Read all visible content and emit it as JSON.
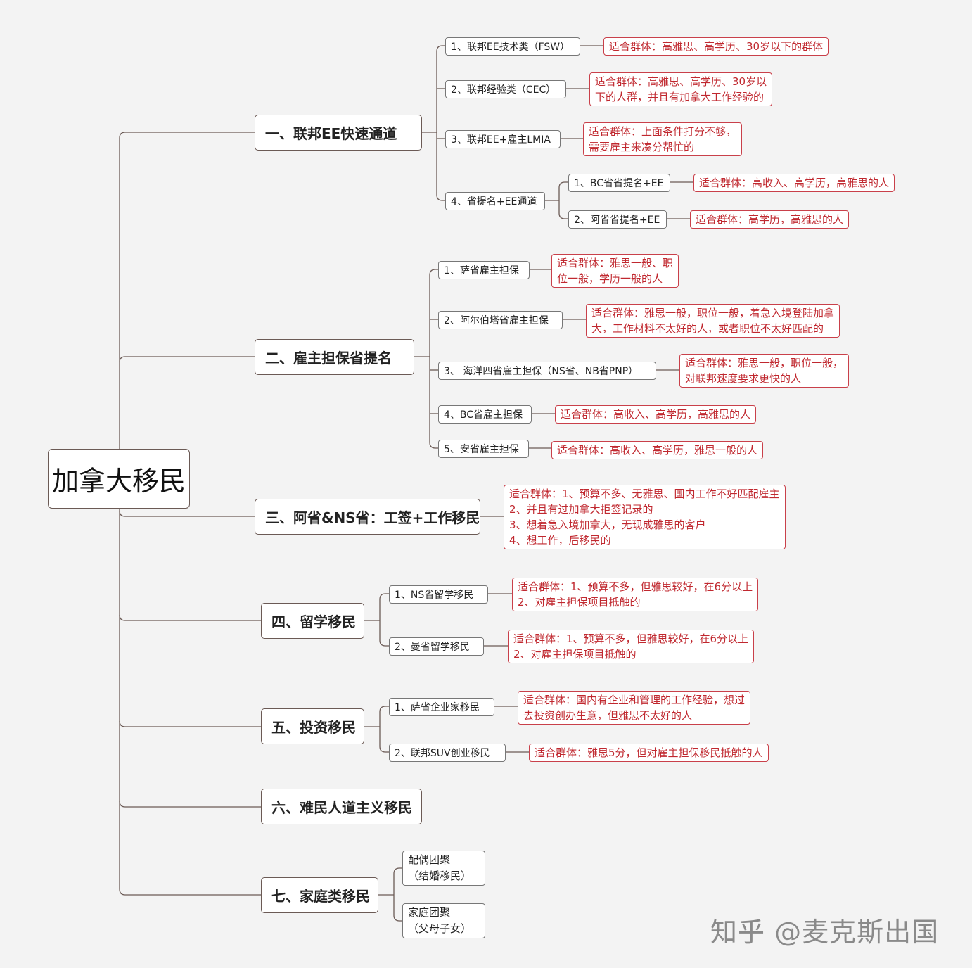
{
  "root": {
    "label": "加拿大移民"
  },
  "categories": [
    {
      "label": "一、联邦EE快速通道"
    },
    {
      "label": "二、雇主担保省提名"
    },
    {
      "label": "三、阿省&NS省：工签+工作移民"
    },
    {
      "label": "四、留学移民"
    },
    {
      "label": "五、投资移民"
    },
    {
      "label": "六、难民人道主义移民"
    },
    {
      "label": "七、家庭类移民"
    }
  ],
  "subs": {
    "ee1": "1、联邦EE技术类（FSW）",
    "ee2": "2、联邦经验类（CEC）",
    "ee3": "3、联邦EE+雇主LMIA",
    "ee4": "4、省提名+EE通道",
    "ee4a": "1、BC省省提名+EE",
    "ee4b": "2、阿省省提名+EE",
    "emp1": "1、萨省雇主担保",
    "emp2": "2、阿尔伯塔省雇主担保",
    "emp3": "3、 海洋四省雇主担保（NS省、NB省PNP）",
    "emp4": "4、BC省雇主担保",
    "emp5": "5、安省雇主担保",
    "stu1": "1、NS省留学移民",
    "stu2": "2、曼省留学移民",
    "inv1": "1、萨省企业家移民",
    "inv2": "2、联邦SUV创业移民",
    "fam1_a": "配偶团聚",
    "fam1_b": "（结婚移民）",
    "fam2_a": "家庭团聚",
    "fam2_b": "（父母子女）"
  },
  "notes": {
    "ee1": [
      "适合群体：高雅思、高学历、30岁以下的群体"
    ],
    "ee2": [
      "适合群体：高雅思、高学历、30岁以",
      "下的人群，并且有加拿大工作经验的"
    ],
    "ee3": [
      "适合群体：上面条件打分不够，",
      "需要雇主来凑分帮忙的"
    ],
    "ee4a": [
      "适合群体：高收入、高学历，高雅思的人"
    ],
    "ee4b": [
      "适合群体：高学历，高雅思的人"
    ],
    "emp1": [
      "适合群体：雅思一般、职",
      "位一般，学历一般的人"
    ],
    "emp2": [
      "适合群体：雅思一般，职位一般，着急入境登陆加拿",
      "大，工作材料不太好的人，或者职位不太好匹配的"
    ],
    "emp3": [
      "适合群体：雅思一般，职位一般，",
      "对联邦速度要求更快的人"
    ],
    "emp4": [
      "适合群体：高收入、高学历，高雅思的人"
    ],
    "emp5": [
      "适合群体：高收入、高学历，雅思一般的人"
    ],
    "ab": [
      "适合群体：1、预算不多、无雅思、国内工作不好匹配雇主",
      "2、并且有过加拿大拒签记录的",
      "3、想着急入境加拿大，无现成雅思的客户",
      "4、想工作，后移民的"
    ],
    "stu1": [
      "适合群体：1、预算不多，但雅思较好，在6分以上",
      "2、对雇主担保项目抵触的"
    ],
    "stu2": [
      "适合群体：1、预算不多，但雅思较好，在6分以上",
      "2、对雇主担保项目抵触的"
    ],
    "inv1": [
      "适合群体：国内有企业和管理的工作经验，想过",
      "去投资创办生意，但雅思不太好的人"
    ],
    "inv2": [
      "适合群体：雅思5分，但对雇主担保移民抵触的人"
    ]
  },
  "watermark": "知乎 @麦克斯出国",
  "colors": {
    "line": "#6b5a55",
    "note_border": "#c9404a",
    "note_text": "#c0282f"
  }
}
